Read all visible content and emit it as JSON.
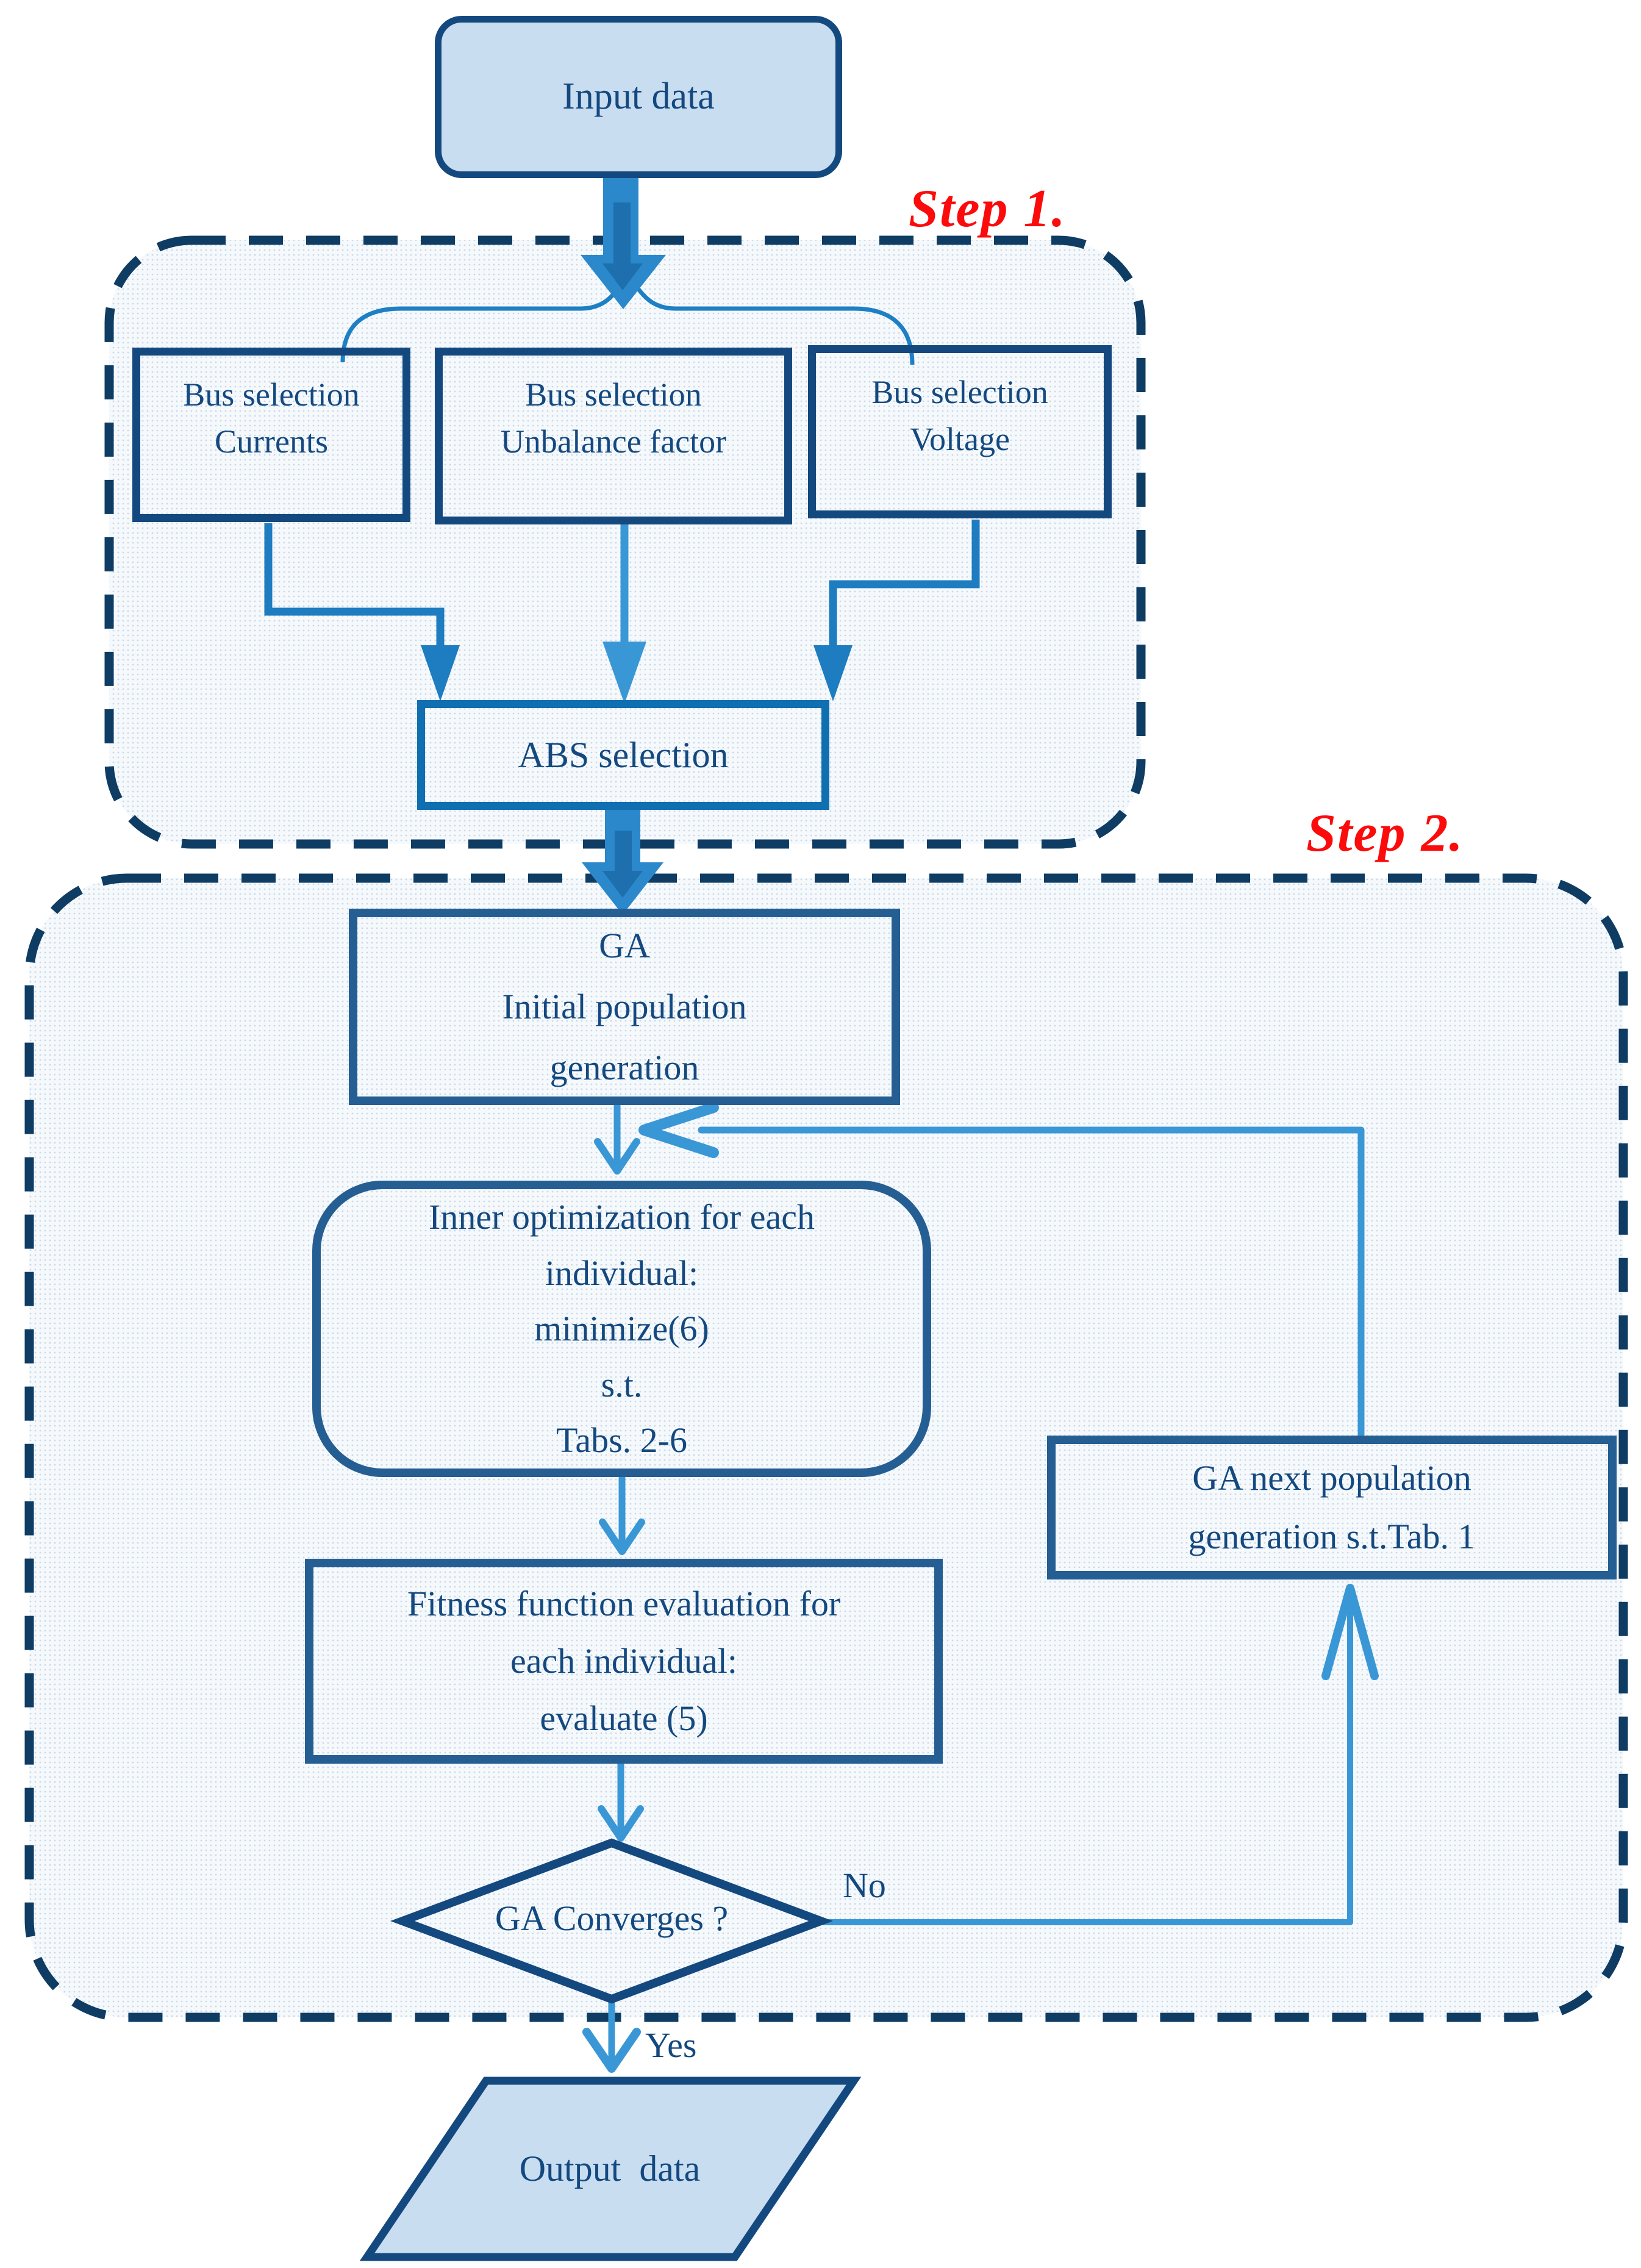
{
  "labels": {
    "step1": "Step 1.",
    "step2": "Step 2.",
    "no": "No",
    "yes": "Yes"
  },
  "nodes": {
    "input": {
      "text": "Input data"
    },
    "bus_currents": {
      "text": "Bus selection\nCurrents"
    },
    "bus_unbalance": {
      "text": "Bus selection\nUnbalance factor"
    },
    "bus_voltage": {
      "text": "Bus selection\nVoltage"
    },
    "abs": {
      "text": "ABS selection"
    },
    "ga_init": {
      "text": "GA\nInitial population\ngeneration"
    },
    "inner_opt": {
      "text": "Inner optimization for each\nindividual:\nminimize(6)\ns.t.\nTabs. 2-6"
    },
    "fitness": {
      "text": "Fitness function evaluation for\neach individual:\nevaluate (5)"
    },
    "ga_next": {
      "text": "GA next population\ngeneration s.t.Tab. 1"
    },
    "converges": {
      "text": "GA Converges ?"
    },
    "output": {
      "text": "Output  data"
    }
  },
  "colors": {
    "navy-dash": "#0e3c63",
    "node-border": "#14497f",
    "node-border-light": "#255e92",
    "abs-border": "#0f6fb0",
    "text-blue": "#14497f",
    "arrow-medium": "#1e7cc0",
    "arrow-light": "#3a97d6",
    "arrow-brace": "#1d7fc4",
    "thick-arrow": "#2b88cb",
    "thick-arrow-inner": "#1d6fae",
    "fill-light-blue": "#c9ddf1",
    "step-label-red": "#fb0b0b",
    "region-bg": "#f6f9fc",
    "region-dot": "#c9d9e9"
  }
}
